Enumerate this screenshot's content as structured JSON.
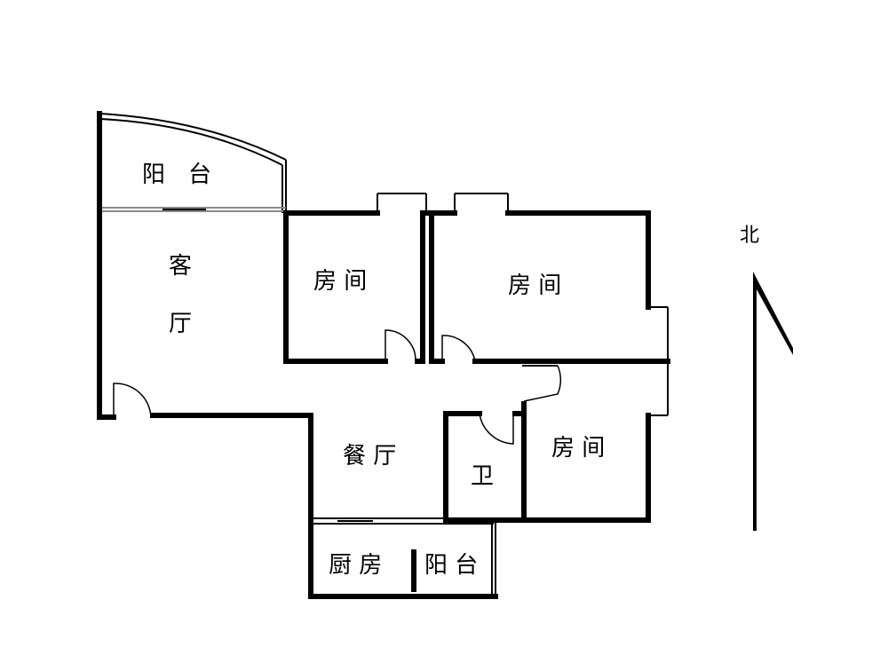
{
  "rooms": {
    "balcony_top": "阳　台",
    "living_1": "客",
    "living_2": "厅",
    "bedroom_1": "房 间",
    "bedroom_2": "房 间",
    "bedroom_3": "房 间",
    "dining": "餐 厅",
    "bath": "卫",
    "kitchen": "厨 房",
    "balcony_small": "阳 台"
  },
  "compass": {
    "label": "北"
  }
}
